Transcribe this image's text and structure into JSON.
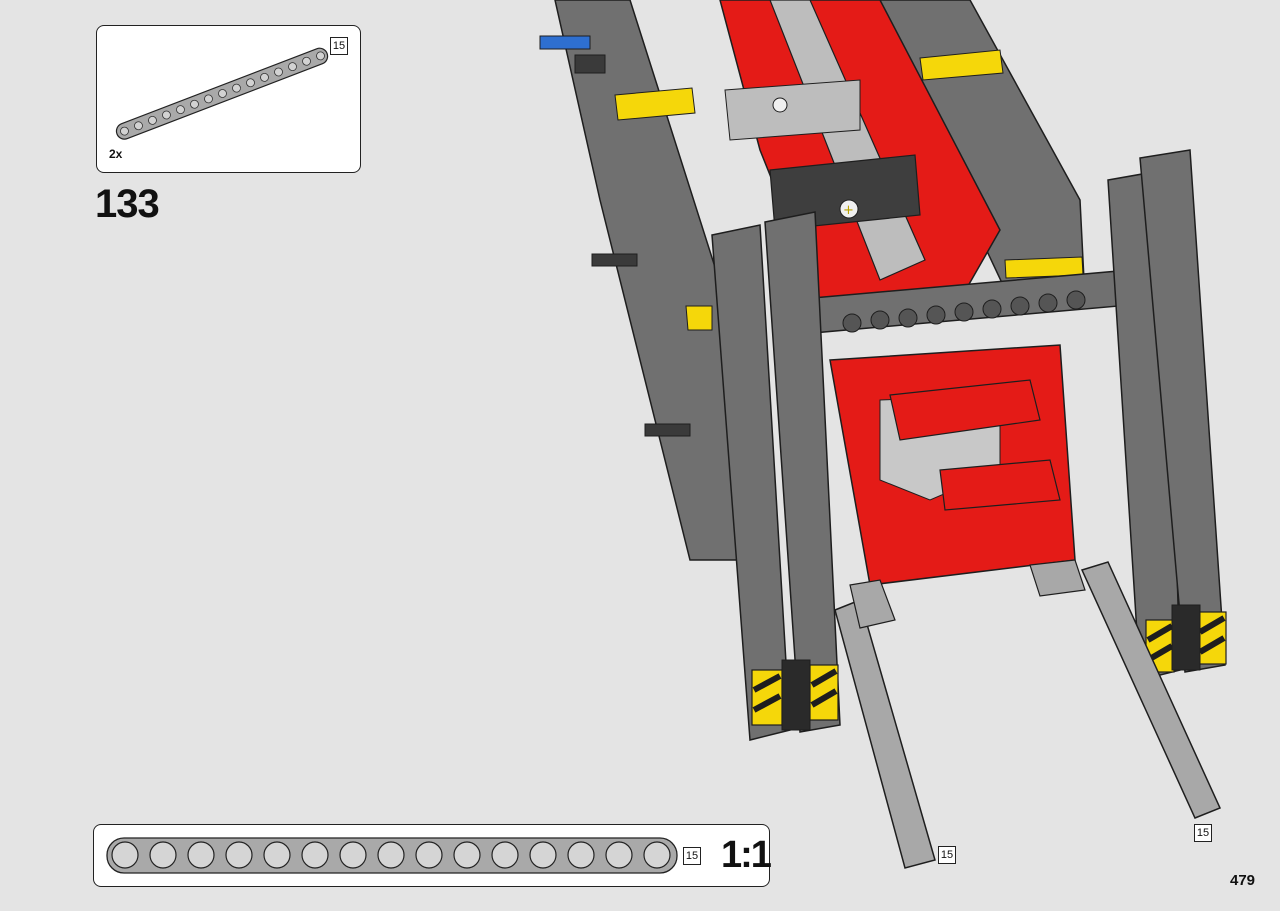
{
  "parts_callout": {
    "length_tag": "15",
    "quantity": "2x"
  },
  "step": {
    "number": "133"
  },
  "model_callouts": {
    "left_fork_tag": "15",
    "right_fork_tag": "15"
  },
  "scale_ruler": {
    "length_tag": "15",
    "ratio": "1:1"
  },
  "page": {
    "number": "479"
  },
  "colors": {
    "background": "#e4e4e4",
    "dark_gray": "#6f6f6f",
    "light_gray": "#a8a8a8",
    "red": "#e41b17",
    "yellow": "#f5d70a",
    "black": "#222222"
  }
}
